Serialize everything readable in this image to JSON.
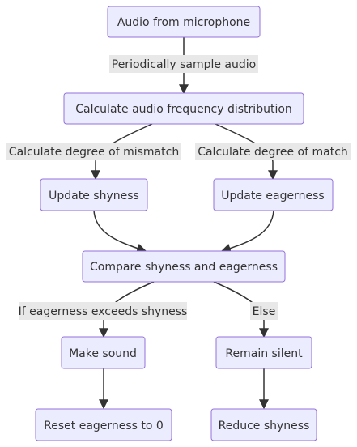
{
  "nodes": {
    "mic": "Audio from microphone",
    "freq": "Calculate audio frequency distribution",
    "shyness": "Update shyness",
    "eagerness": "Update eagerness",
    "compare": "Compare shyness and eagerness",
    "sound": "Make sound",
    "silent": "Remain silent",
    "reset": "Reset eagerness to 0",
    "reduce": "Reduce shyness"
  },
  "edge_labels": {
    "sample": "Periodically sample audio",
    "mismatch": "Calculate degree of mismatch",
    "match": "Calculate degree of match",
    "exceeds": "If eagerness exceeds shyness",
    "else": "Else"
  },
  "colors": {
    "node_fill": "#ECECFF",
    "node_stroke": "#9370DB",
    "edge": "#333333",
    "label_bg": "#e8e8e8"
  }
}
